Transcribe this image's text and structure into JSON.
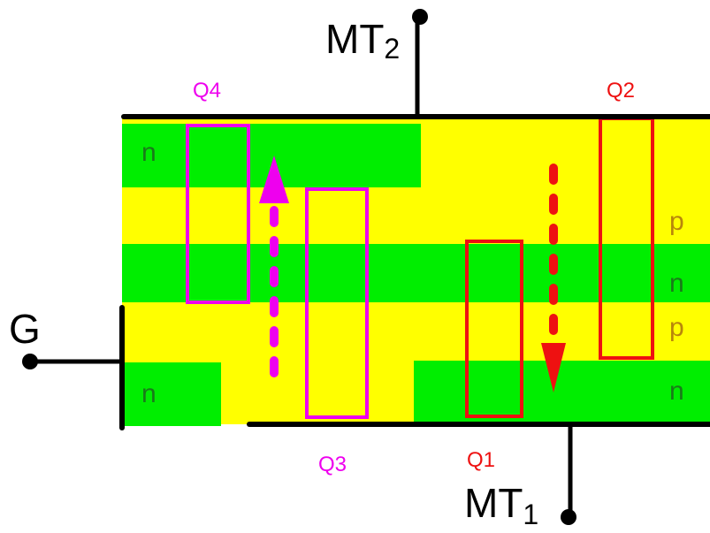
{
  "terminals": {
    "mt2": {
      "base": "MT",
      "sub": "2"
    },
    "mt1": {
      "base": "MT",
      "sub": "1"
    },
    "gate": "G"
  },
  "regions": {
    "top_left": "n",
    "layer_p_upper": "p",
    "layer_n_mid": "n",
    "layer_p_lower": "p",
    "bottom_left": "n",
    "bottom_right": "n"
  },
  "transistors": {
    "q1": "Q1",
    "q2": "Q2",
    "q3": "Q3",
    "q4": "Q4"
  },
  "colors": {
    "n_region": "#00ee00",
    "p_region": "#ffff00",
    "q_red": "#ee1111",
    "q_magenta": "#ee00ee",
    "n_label": "#1a7a1a",
    "p_label": "#b8860b",
    "wire": "#000000"
  }
}
